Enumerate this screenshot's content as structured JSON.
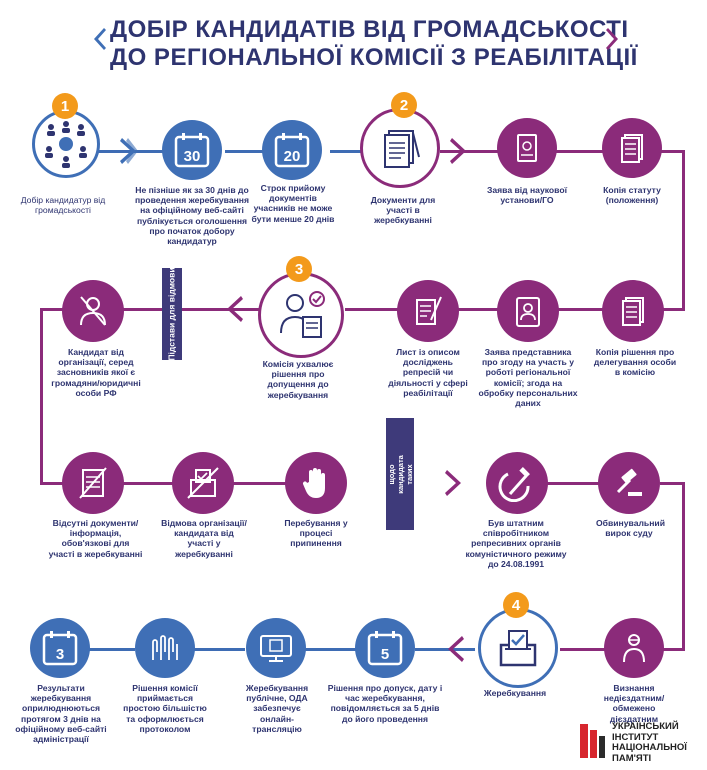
{
  "title": {
    "line1": "ДОБІР КАНДИДАТІВ ВІД ГРОМАДСЬКОСТІ",
    "line2": "ДО РЕГІОНАЛЬНОЇ КОМІСІЇ З РЕАБІЛІТАЦІЇ"
  },
  "steps": {
    "s1": "1",
    "s2": "2",
    "s3": "3",
    "s4": "4"
  },
  "row1": {
    "selection": "Добір кандидатур від громадськості",
    "day30_number": "30",
    "day30_text": "Не пізніше як за 30 днів до проведення жеребкування на офіційному веб-сайті публікується оголошення про початок добору кандидатур",
    "day20_number": "20",
    "day20_text": "Строк прийому документів учасників не може бути менше 20 днів",
    "documents": "Документи для участі в жеребкуванні",
    "application": "Заява від наукової установи/ГО",
    "statute": "Копія статуту (положення)"
  },
  "row2": {
    "candidate_rf": "Кандидат від організації, серед засновників якої є громадяни/юридичні особи РФ",
    "refusal_bar": "Підстави для відмови",
    "commission": "Комісія ухвалює рішення про допущення до жеребкування",
    "letter": "Лист із описом досліджень репресій чи діяльності у сфері реабілітації",
    "representative": "Заява представника про згоду на участь у роботі регіональної комісії; згода на обробку персональних даних",
    "decision_copy": "Копія рішення про делегування особи в комісію"
  },
  "row3": {
    "missing_docs": "Відсутні документи/ інформація, обов'язкові для участі в жеребкуванні",
    "withdrawal": "Відмова організації/кандидата від участі у жеребкуванні",
    "termination": "Перебування у процесі припинення",
    "circumstances_bar": "Наявність щодо кандидата таких обставин",
    "employee": "Був штатним співробітником репресивних органів комуністичного режиму до 24.08.1991",
    "verdict": "Обвинувальний вирок суду"
  },
  "row4": {
    "results_number": "3",
    "results": "Результати жеребкування оприлюднюються протягом 3 днів на офіційному веб-сайті адміністрації",
    "majority": "Рішення комісії приймається простою більшістю та оформлюється протоколом",
    "public": "Жеребкування публічне, ОДА забезпечує онлайн-трансляцію",
    "decision_number": "5",
    "decision": "Рішення про допуск, дату і час жеребкування, повідомляється за 5 днів до його проведення",
    "lottery": "Жеребкування",
    "incapable": "Визнання недієздатним/ обмежено дієздатним"
  },
  "logo": {
    "line1": "УКРАЇНСЬКИЙ",
    "line2": "ІНСТИТУТ",
    "line3": "НАЦІОНАЛЬНОЇ",
    "line4": "ПАМ'ЯТІ"
  },
  "colors": {
    "blue": "#3f6fb6",
    "purple": "#8b2b7a",
    "orange": "#f39a1b",
    "navy": "#2e3470",
    "red": "#d7262e"
  }
}
